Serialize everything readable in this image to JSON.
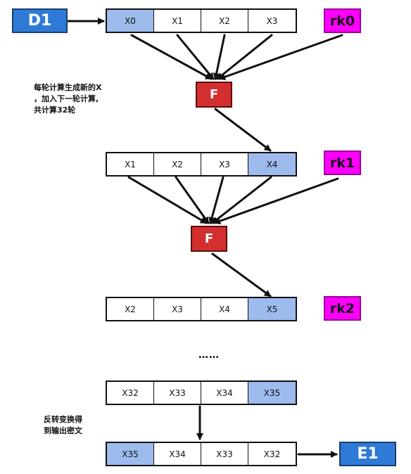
{
  "diagram": {
    "input_label": "D1",
    "output_label": "E1",
    "round_keys": [
      "rk0",
      "rk1",
      "rk2"
    ],
    "function_label": "F",
    "rows": [
      {
        "cells": [
          "X0",
          "X1",
          "X2",
          "X3"
        ],
        "highlight": 0
      },
      {
        "cells": [
          "X1",
          "X2",
          "X3",
          "X4"
        ],
        "highlight": 3
      },
      {
        "cells": [
          "X2",
          "X3",
          "X4",
          "X5"
        ],
        "highlight": 3
      },
      {
        "cells": [
          "X32",
          "X33",
          "X34",
          "X35"
        ],
        "highlight": 3
      },
      {
        "cells": [
          "X35",
          "X34",
          "X33",
          "X32"
        ],
        "highlight": 0
      }
    ],
    "note_round": [
      "每轮计算生成新的X",
      "，加入下一轮计算,",
      "共计算32轮"
    ],
    "note_reverse": [
      "反转变换得",
      "到输出密文"
    ],
    "ellipsis": "……",
    "colors": {
      "input_output": "#2f7ad6",
      "round_key": "#ff00ff",
      "function": "#d32f2f",
      "highlight_cell": "#9dbbec"
    }
  }
}
